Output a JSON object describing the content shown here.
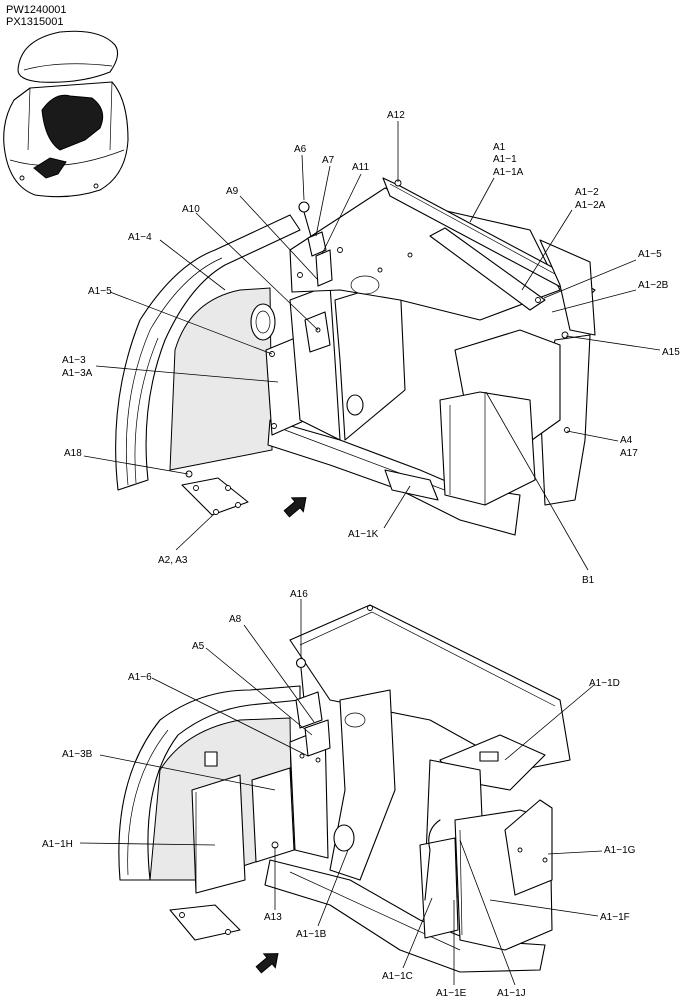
{
  "header": {
    "codes": [
      "PW1240001",
      "PX1315001"
    ]
  },
  "callouts_top": {
    "a12": "A12",
    "a1": [
      "A1",
      "A1−1",
      "A1−1A"
    ],
    "a6": "A6",
    "a7": "A7",
    "a11": "A11",
    "a9": "A9",
    "a10": "A10",
    "a1_2": [
      "A1−2",
      "A1−2A"
    ],
    "a1_4": "A1−4",
    "a1_5_right": "A1−5",
    "a1_2b": "A1−2B",
    "a1_5_left": "A1−5",
    "a15": "A15",
    "a1_3": [
      "A1−3",
      "A1−3A"
    ],
    "a4": [
      "A4",
      "A17"
    ],
    "a18": "A18",
    "a1_1k": "A1−1K",
    "a2_a3": "A2, A3",
    "b1": "B1"
  },
  "callouts_bottom": {
    "a16": "A16",
    "a8": "A8",
    "a5": "A5",
    "a1_6": "A1−6",
    "a1_1d": "A1−1D",
    "a1_3b": "A1−3B",
    "a1_1h": "A1−1H",
    "a1_1g": "A1−1G",
    "a1_1f": "A1−1F",
    "a13": "A13",
    "a1_1b": "A1−1B",
    "a1_1c": "A1−1C",
    "a1_1e": "A1−1E",
    "a1_1j": "A1−1J"
  },
  "icons": {
    "locator": "machine-cab-locator-icon",
    "front_top": "front-direction-arrow-icon",
    "front_bottom": "front-direction-arrow-icon"
  }
}
